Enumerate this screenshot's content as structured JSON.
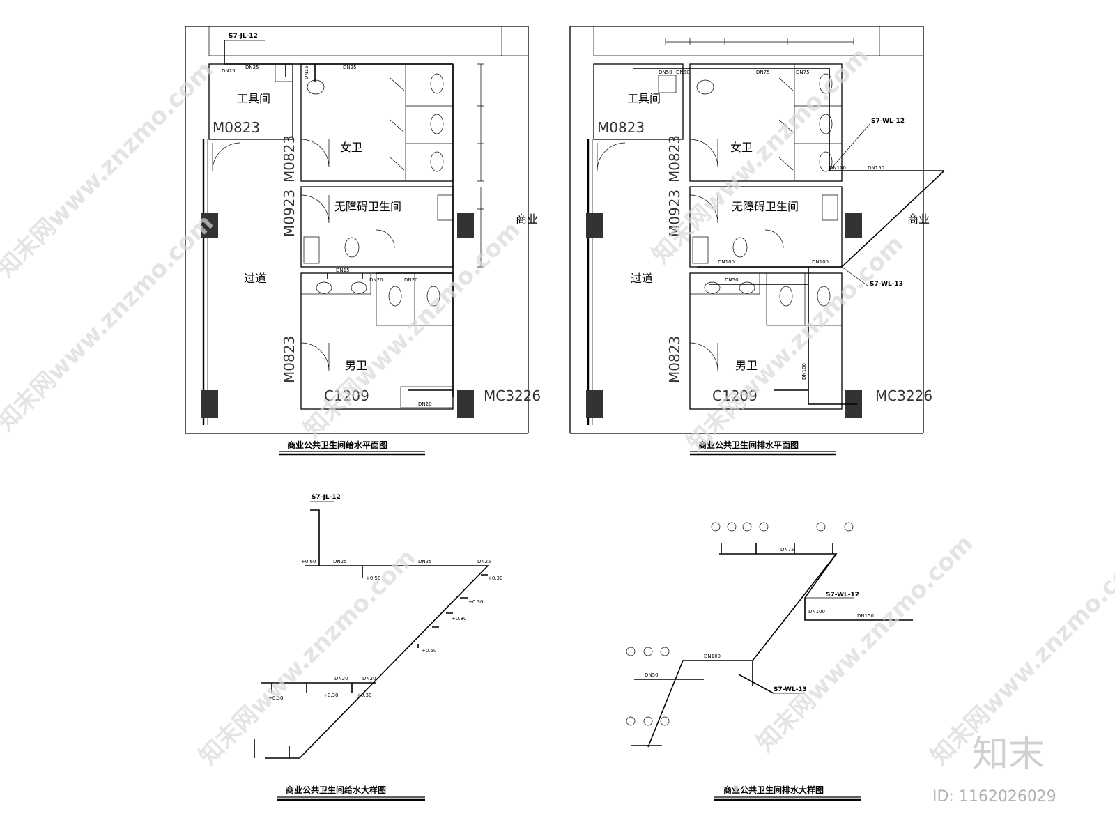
{
  "drawings": {
    "supply_plan": {
      "title": "商业公共卫生间给水平面图",
      "riser": "S7-JL-12",
      "rooms": {
        "tool": "工具间",
        "female": "女卫",
        "accessible": "无障碍卫生间",
        "male": "男卫",
        "corridor": "过道",
        "shop": "商业"
      },
      "doors": {
        "m0823_top": "M0823",
        "m0823_v": "M0823",
        "m0923": "M0923",
        "m0823_bottom": "M0823",
        "c1209": "C1209",
        "mc3226": "MC3226"
      },
      "pipes": {
        "dn25_a": "DN25",
        "dn25_b": "DN25",
        "dn25_c": "DN25",
        "dn15_a": "DN15",
        "dn15_b": "DN15",
        "dn20_a": "DN20",
        "dn20_b": "DN20",
        "dn20_c": "DN20"
      }
    },
    "drain_plan": {
      "title": "商业公共卫生间排水平面图",
      "riser_a": "S7-WL-12",
      "riser_b": "S7-WL-13",
      "rooms": {
        "tool": "工具间",
        "female": "女卫",
        "accessible": "无障碍卫生间",
        "male": "男卫",
        "corridor": "过道",
        "shop": "商业"
      },
      "doors": {
        "m0823_top": "M0823",
        "m0823_v": "M0823",
        "m0923": "M0923",
        "m0823_bottom": "M0823",
        "c1209": "C1209",
        "mc3226": "MC3226"
      },
      "pipes": {
        "dn50_a": "DN50",
        "dn50_b": "DN50",
        "dn75_a": "DN75",
        "dn75_b": "DN75",
        "dn100_a": "DN100",
        "dn100_b": "DN100",
        "dn100_c": "DN100",
        "dn150": "DN150",
        "dn50_c": "DN50",
        "dn100_d": "DN100"
      }
    },
    "supply_detail": {
      "title": "商业公共卫生间给水大样图",
      "riser": "S7-JL-12",
      "elev_060": "+0.60",
      "elev_050_a": "+0.50",
      "elev_030_a": "+0.30",
      "elev_030_b": "+0.30",
      "elev_030_c": "+0.30",
      "elev_050_b": "+0.50",
      "elev_050_c": "+0.50",
      "elev_030_d": "+0.30",
      "elev_030_e": "+0.30",
      "dn25_a": "DN25",
      "dn25_b": "DN25",
      "dn25_c": "DN25",
      "dn20_a": "DN20",
      "dn20_b": "DN20"
    },
    "drain_detail": {
      "title": "商业公共卫生间排水大样图",
      "riser_a": "S7-WL-12",
      "riser_b": "S7-WL-13",
      "dn75": "DN75",
      "dn100_a": "DN100",
      "dn100_b": "DN100",
      "dn150": "DN150",
      "dn50": "DN50"
    }
  },
  "watermark": {
    "site": "知末网www.znzmo.com",
    "logo": "知末",
    "id": "ID: 1162026029"
  }
}
